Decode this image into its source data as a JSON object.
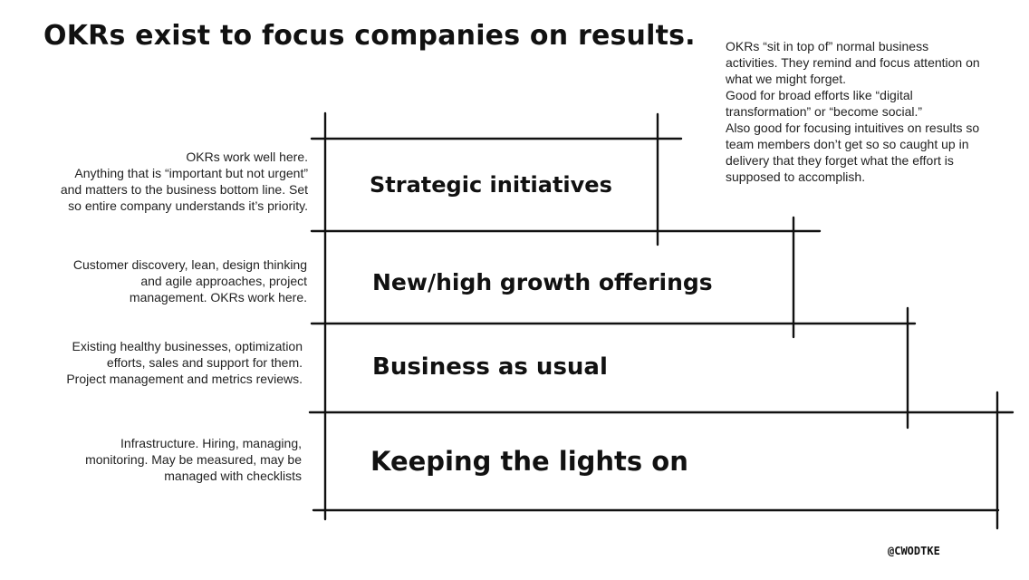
{
  "title": "OKRs exist to focus companies on results.",
  "top_note": [
    "OKRs “sit in top of” normal business",
    "activities. They remind and focus attention on",
    "what we might forget.",
    "Good for broad efforts like “digital",
    "transformation” or “become social.”",
    "Also good for focusing intuitives on results so",
    "team members don’t get so so caught up in",
    "delivery that they forget what the effort is",
    "supposed to accomplish."
  ],
  "layers": [
    {
      "label": "Strategic initiatives",
      "note": [
        "OKRs work well here.",
        "Anything that is “important but not urgent”",
        "and matters to the business bottom line. Set",
        "so entire company understands it’s priority."
      ]
    },
    {
      "label": "New/high growth offerings",
      "note": [
        "Customer discovery, lean, design thinking",
        "and agile approaches, project",
        "management. OKRs work here."
      ]
    },
    {
      "label": "Business as usual",
      "note": [
        "Existing healthy businesses, optimization",
        "efforts, sales and support for them.",
        "Project management and metrics reviews."
      ]
    },
    {
      "label": "Keeping the lights on",
      "note": [
        "Infrastructure. Hiring, managing,",
        "monitoring. May be measured, may be",
        "managed with checklists"
      ]
    }
  ],
  "signature": "@CWODTKE"
}
